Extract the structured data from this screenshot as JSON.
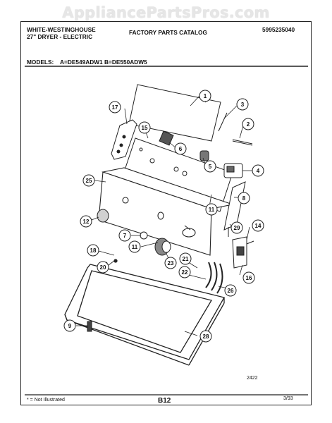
{
  "watermark": "AppliancePartsPros.com",
  "header": {
    "brand": "WHITE-WESTINGHOUSE",
    "product": "27\" DRYER - ELECTRIC",
    "catalog": "FACTORY PARTS CATALOG",
    "catalog_number": "5995235040",
    "models_label": "MODELS:",
    "model_a": "A=DE549ADW1",
    "model_b": "B=DE550ADW5"
  },
  "footer": {
    "note": "* = Not Illustrated",
    "page": "B12",
    "date": "3/93",
    "drawing_number": "2422"
  },
  "callouts": [
    "1",
    "2",
    "3",
    "4",
    "5",
    "6",
    "7",
    "8",
    "9",
    "11",
    "11",
    "12",
    "14",
    "15",
    "16",
    "17",
    "18",
    "20",
    "21",
    "22",
    "23",
    "25",
    "26",
    "28",
    "29"
  ]
}
